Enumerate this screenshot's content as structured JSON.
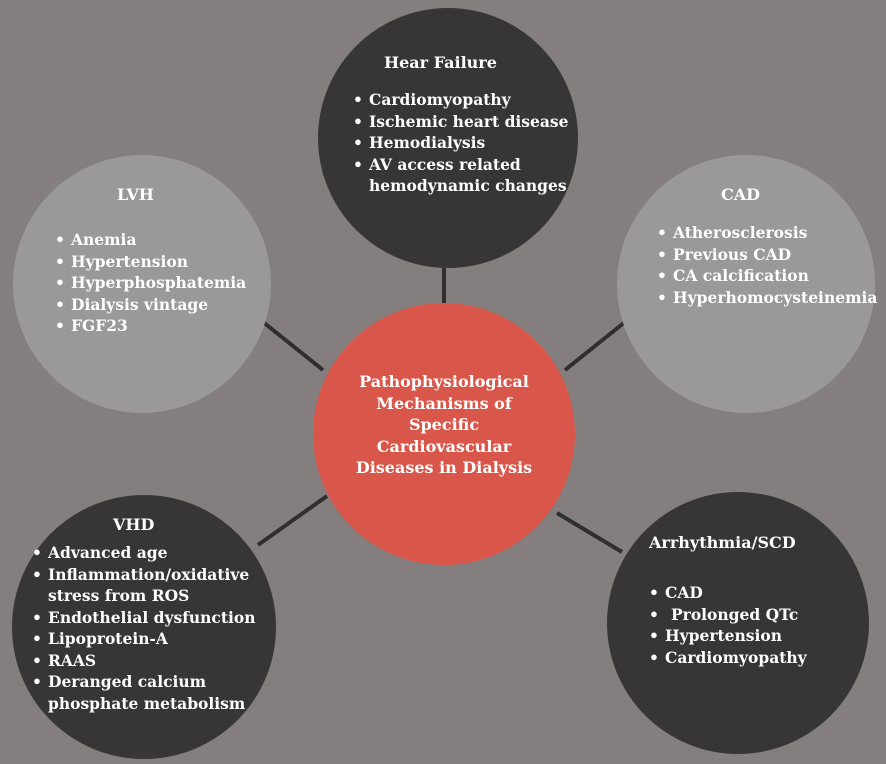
{
  "center": {
    "lines": [
      "Pathophysiological",
      "Mechanisms of",
      "Specific",
      "Cardiovascular",
      "Diseases in Dialysis"
    ]
  },
  "nodes": {
    "heart_failure": {
      "title": "Hear Failure",
      "items": [
        "Cardiomyopathy",
        "Ischemic heart disease",
        "Hemodialysis",
        "AV access related",
        "hemodynamic changes"
      ]
    },
    "lvh": {
      "title": "LVH",
      "items": [
        "Anemia",
        "Hypertension",
        "Hyperphosphatemia",
        "Dialysis vintage",
        "FGF23"
      ]
    },
    "cad": {
      "title": "CAD",
      "items": [
        "Atherosclerosis",
        "Previous CAD",
        "CA calcification",
        "Hyperhomocysteinemia"
      ]
    },
    "vhd": {
      "title": "VHD",
      "items": [
        "Advanced age",
        "Inflammation/oxidative",
        "stress from ROS",
        "Endothelial dysfunction",
        "Lipoprotein-A",
        "RAAS",
        "Deranged calcium",
        "phosphate metabolism"
      ]
    },
    "arrhythmia": {
      "title": "Arrhythmia/SCD",
      "items": [
        "CAD",
        "Prolonged QTc",
        "Hypertension",
        "Cardiomyopathy"
      ]
    }
  },
  "colors": {
    "background": "#847f7e",
    "center_fill": "#d9574a",
    "dark_fill": "#373535",
    "light_fill": "#9b9898",
    "connector": "#2f2f2f",
    "text": "#ffffff"
  }
}
